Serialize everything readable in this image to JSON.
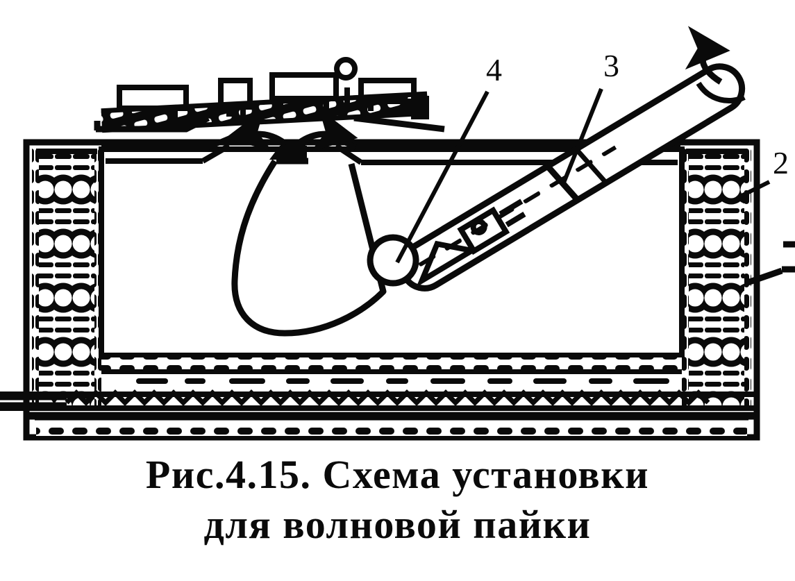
{
  "figure": {
    "caption_lines": [
      "Рис.4.15. Схема установки",
      "для волновой пайки"
    ],
    "caption_full": "Рис.4.15. Схема установки для волновой пайки",
    "figure_number": "4.15",
    "ink_color": "#0a0a0a",
    "background_color": "#ffffff",
    "line_style": "monochrome black-and-white technical line drawing, scanned halftone",
    "callouts": [
      {
        "id": "4",
        "label": "4",
        "points_to": "solder-wave-nozzle-outlet"
      },
      {
        "id": "3",
        "label": "3",
        "points_to": "inclined-screw-pump-pipe"
      },
      {
        "id": "2",
        "label": "2",
        "points_to": "insulated-furnace-wall"
      },
      {
        "id": "1a",
        "label": "",
        "points_to": "wall-cut-off-leader-upper"
      },
      {
        "id": "1b",
        "label": "",
        "points_to": "wall-cut-off-leader-lower"
      }
    ],
    "parts": [
      {
        "name": "printed-circuit-board",
        "note": "board with mounted components travelling above bath"
      },
      {
        "name": "solder-wave",
        "note": "fountain-shaped standing wave of molten solder"
      },
      {
        "name": "flow-arrows",
        "note": "two arrows at wave crest showing solder splitting left and right"
      },
      {
        "name": "solder-bath-surface",
        "note": "molten solder level line"
      },
      {
        "name": "inclined-screw-pump",
        "note": "rotating auger pipe feeding solder to the nozzle"
      },
      {
        "name": "rotation-arrow",
        "note": "curved arrow showing pump shaft rotation"
      },
      {
        "name": "furnace-tank",
        "note": "double-walled vessel with refractory insulation fill"
      },
      {
        "name": "heating-element",
        "note": "zigzag resistive heater under the bath floor"
      }
    ]
  }
}
